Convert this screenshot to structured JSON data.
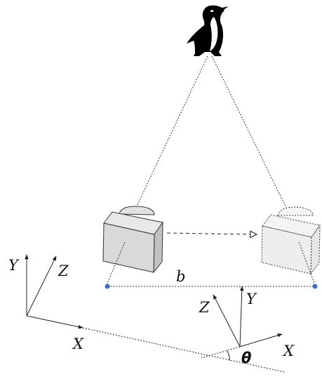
{
  "diagram": {
    "world_frame": {
      "y_label": "Y",
      "z_label": "Z",
      "x_label": "X"
    },
    "camera_frame": {
      "z_label": "Z",
      "y_label": "Y",
      "x_label": "X",
      "angle_label": "θ"
    },
    "baseline_label": "b",
    "colors": {
      "line": "#222222",
      "camera_left_front": "#d8d8d8",
      "camera_left_side": "#c4c4c4",
      "camera_left_top": "#e6e6e6",
      "camera_right_fill": "#f0f0f0",
      "camera_center_dot": "#3b6fc4",
      "penguin": "#000000"
    },
    "icons": [
      "penguin-icon",
      "camera-left-icon",
      "camera-right-icon"
    ]
  }
}
